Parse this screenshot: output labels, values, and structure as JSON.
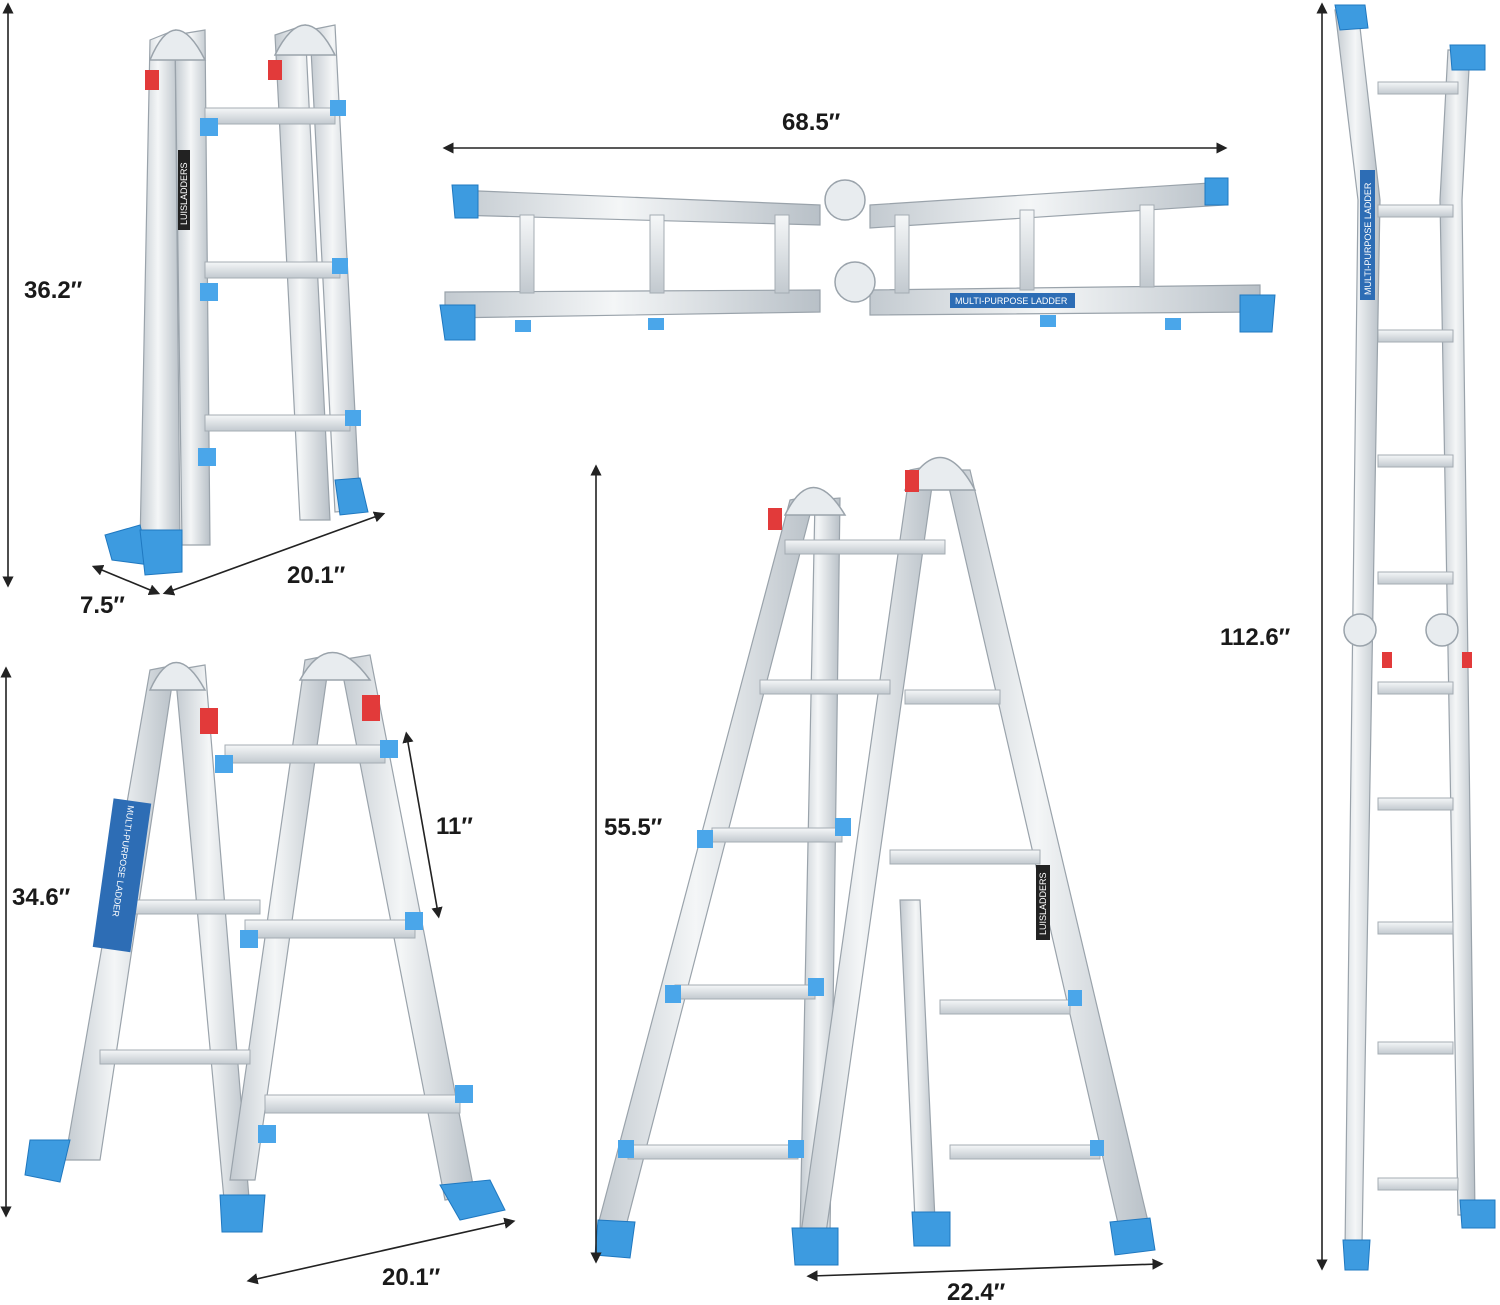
{
  "product": {
    "brand_label": "LUISLADDERS",
    "side_label": "MULTI-PURPOSE LADDER",
    "colors": {
      "rail": "#d9dee2",
      "foot": "#3d9be0",
      "lock": "#e23a3a"
    }
  },
  "dimensions": {
    "folded_height": "36.2″",
    "folded_depth": "7.5″",
    "folded_width": "20.1″",
    "scaffold_length": "68.5″",
    "extension_height": "112.6″",
    "rung_spacing": "11″",
    "step_height": "34.6″",
    "step_width": "20.1″",
    "a_frame_height": "55.5″",
    "a_frame_width": "22.4″"
  }
}
